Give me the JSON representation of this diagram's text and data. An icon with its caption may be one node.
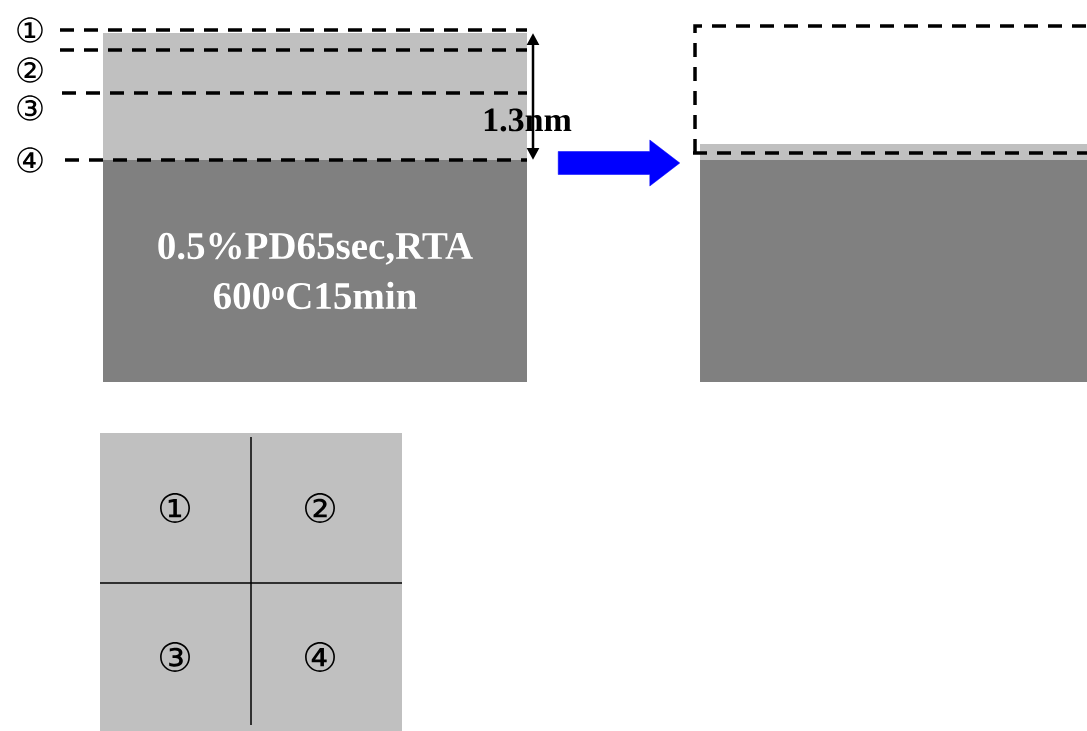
{
  "diagram": {
    "nodes": [
      {
        "text": [
          "0.5%PD65sec,RTA 600$^{o}$C15min"
        ]
      },
      {
        "text": [],
        "shape": "box"
      }
    ],
    "edges": [
      {
        "from": 0,
        "to": 1,
        "arrow": "to",
        "style": "thick",
        "color": "#0000ff"
      }
    ],
    "labels": [
      "①",
      "②",
      "③",
      "④",
      "1.3nm",
      "①",
      "②",
      "③",
      "④"
    ]
  }
}
